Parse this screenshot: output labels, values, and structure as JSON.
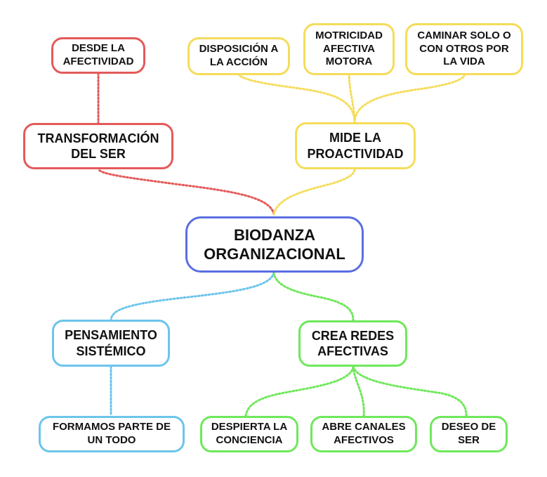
{
  "colors": {
    "center": "#5b6ee1",
    "red": "#e35a5a",
    "yellow": "#f5dc5a",
    "blue": "#6cc4ec",
    "green": "#6ee85a"
  },
  "center": {
    "label": "BIODANZA\nORGANIZACIONAL"
  },
  "branches": {
    "transformacion": {
      "label": "TRANSFORMACIÓN\nDEL SER",
      "color": "red"
    },
    "proactividad": {
      "label": "MIDE LA\nPROACTIVIDAD",
      "color": "yellow"
    },
    "pensamiento": {
      "label": "PENSAMIENTO\nSISTÉMICO",
      "color": "blue"
    },
    "redes": {
      "label": "CREA REDES\nAFECTIVAS",
      "color": "green"
    }
  },
  "leaves": {
    "afectividad": {
      "label": "DESDE LA\nAFECTIVIDAD",
      "color": "red"
    },
    "disposicion": {
      "label": "DISPOSICIÓN A\nLA ACCIÓN",
      "color": "yellow"
    },
    "motricidad": {
      "label": "MOTRICIDAD\nAFECTIVA\nMOTORA",
      "color": "yellow"
    },
    "caminar": {
      "label": "CAMINAR SOLO O\nCON OTROS POR\nLA VIDA",
      "color": "yellow"
    },
    "formamos": {
      "label": "FORMAMOS PARTE DE\nUN TODO",
      "color": "blue"
    },
    "despierta": {
      "label": "DESPIERTA LA\nCONCIENCIA",
      "color": "green"
    },
    "abre": {
      "label": "ABRE CANALES\nAFECTIVOS",
      "color": "green"
    },
    "deseo": {
      "label": "DESEO DE\nSER",
      "color": "green"
    }
  }
}
